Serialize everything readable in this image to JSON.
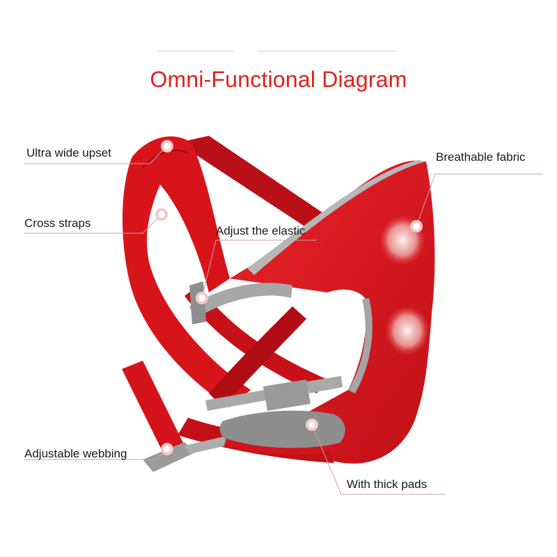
{
  "title": "Omni-Functional Diagram",
  "labels": {
    "ultra_wide_upset": "Ultra wide upset",
    "cross_straps": "Cross straps",
    "adjust_elastic": "Adjust the elastic",
    "breathable_fabric": "Breathable fabric",
    "adjustable_webbing": "Adjustable webbing",
    "thick_pads": "With thick pads"
  },
  "colors": {
    "title": "#e0211b",
    "carrier_red": "#d9141b",
    "carrier_dark": "#a80d12",
    "strap_gray": "#a9a9a9",
    "callout_line": "#c9a3a3"
  }
}
